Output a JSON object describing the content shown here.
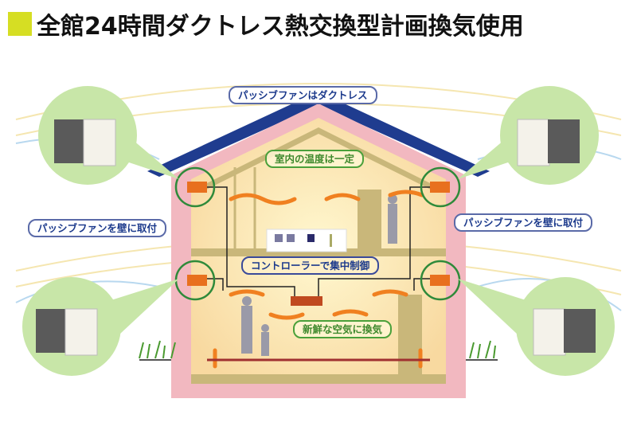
{
  "title": "全館24時間ダクトレス熱交換型計画換気使用",
  "labels": {
    "ductless": "パッシブファンはダクトレス",
    "temperature": "室内の温度は一定",
    "wall_left": "パッシブファンを壁に取付",
    "wall_right": "パッシブファンを壁に取付",
    "controller": "コントローラーで集中制御",
    "fresh_air": "新鮮な空気に換気"
  },
  "colors": {
    "accent": "#d6de23",
    "roof": "#1f3c8f",
    "wall": "#f2b8c0",
    "interior": "#fbe3b0",
    "arrow": "#f08020",
    "circle": "#2f8a3a"
  }
}
